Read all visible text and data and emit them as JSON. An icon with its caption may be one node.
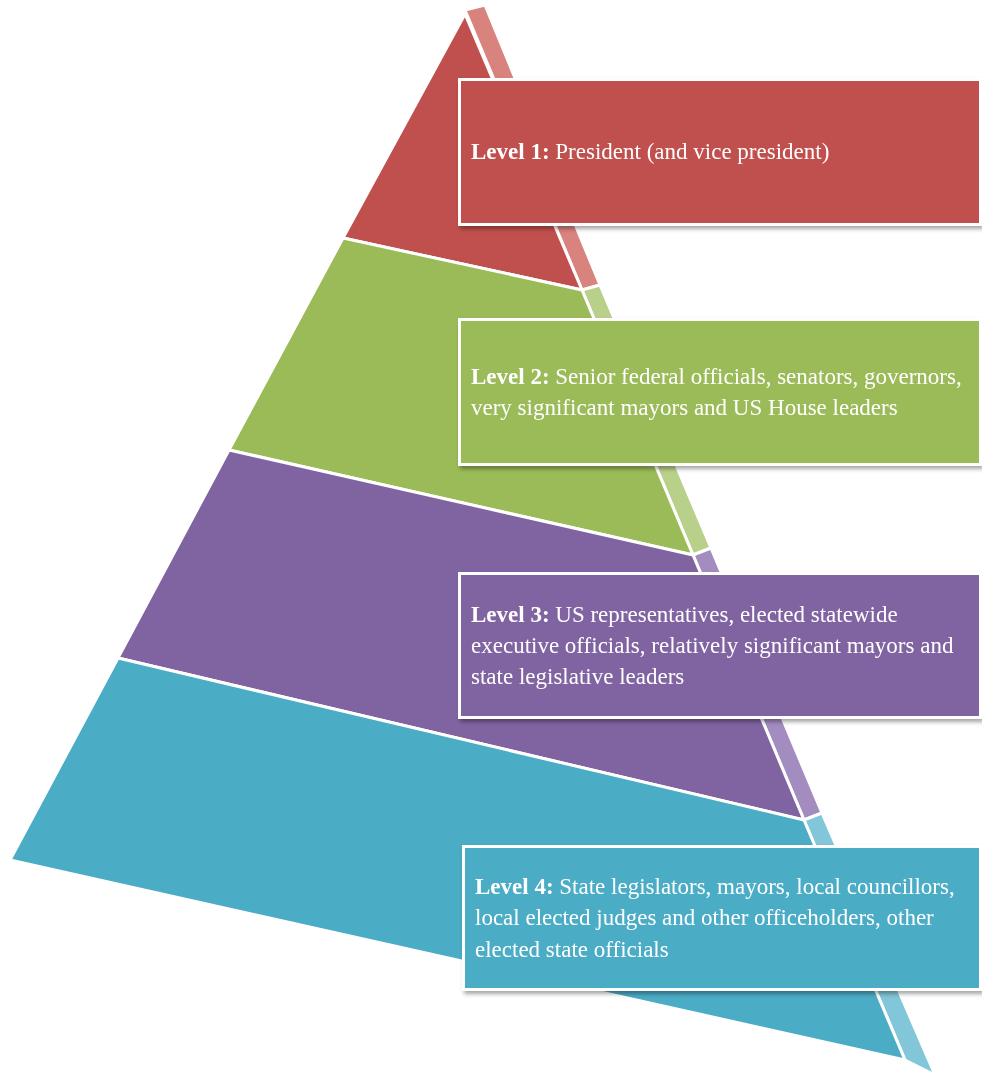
{
  "diagram": {
    "nodes": [
      {
        "text": [
          "**Level 1:** President (and vice president)"
        ]
      },
      {
        "text": [
          "**Level 2:** Senior federal officials, senators, governors, very significant mayors and US House leaders"
        ]
      },
      {
        "text": [
          "**Level 3:** US representatives, elected statewide executive officials, relatively significant mayors and state legislative leaders"
        ]
      },
      {
        "text": [
          "**Level 4:** State legislators, mayors, local councillors, local elected judges and other officeholders, other elected state officials"
        ]
      },
      {
        "text": [],
        "shape": "triangle"
      },
      {
        "text": [],
        "shape": "trapezoid"
      },
      {
        "text": [],
        "shape": "trapezoid"
      },
      {
        "text": [],
        "shape": "trapezoid"
      }
    ],
    "edges": []
  }
}
